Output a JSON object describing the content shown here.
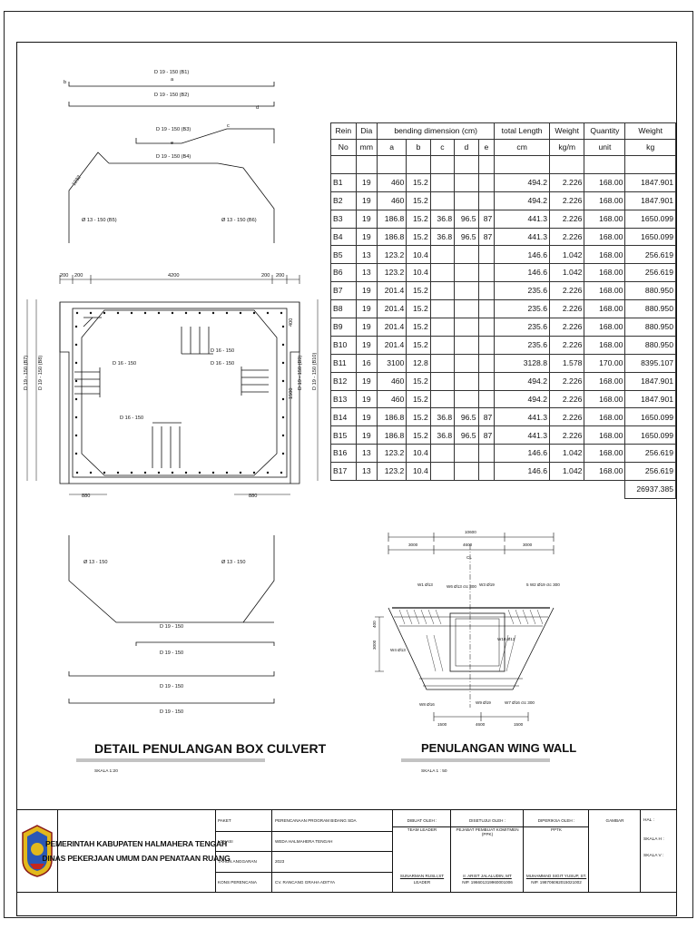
{
  "drawing_titles": {
    "box_culvert": "DETAIL PENULANGAN BOX CULVERT",
    "box_culvert_scale": "SKALA 1:20",
    "wing_wall": "PENULANGAN WING WALL",
    "wing_wall_scale": "SKALA 1 : 50"
  },
  "bar_labels": {
    "b1": "D 19 - 150 (B1)",
    "b2": "D 19 - 150 (B2)",
    "b3": "D 19 - 150 (B3)",
    "b4": "D 19 - 150 (B4)",
    "b5": "Ø 13 - 150 (B5)",
    "b6": "Ø 13 - 150 (B6)",
    "b5_len": "1232",
    "b7": "D 19 - 150 (B7)",
    "b8": "D 19 - 150 (B8)",
    "b9": "D 19 - 150 (B9)",
    "b10": "D 19 - 150 (B10)",
    "d16_a": "D 16 - 150",
    "d16_b": "D 16 - 150",
    "d16_c": "D 16 - 150",
    "d16_d": "D 16 - 150",
    "o13_a": "Ø 13 - 150",
    "o13_b": "Ø 13 - 150",
    "d19_a": "D 19 - 150",
    "d19_b": "D 19 - 150",
    "d19_c": "D 19 - 150",
    "d19_d": "D 19 - 150",
    "dim_top": "4200",
    "dim_a": "200",
    "dim_b": "200",
    "dim_c": "200",
    "dim_d": "200",
    "dim_bottom_l": "880",
    "dim_bottom_r": "880",
    "dim_side": "1500",
    "dim_side2": "400",
    "letter_a": "a",
    "letter_b": "b",
    "letter_c": "c",
    "letter_d": "d",
    "letter_e": "e"
  },
  "wing_wall": {
    "total_width": "10600",
    "seg_left": "3000",
    "seg_mid": "4600",
    "seg_right": "3000",
    "centerline": "CL",
    "lbl_w1": "W1 Ø13",
    "lbl_w5": "5  W2 Ø19 ctc 300",
    "lbl_w6": "W6 Ø13 ctc 300",
    "lbl_w4": "W4 Ø13",
    "lbl_w3": "W3 Ø19",
    "lbl_w10": "W10 Ø13",
    "lbl_w9": "W9 Ø19",
    "lbl_w8": "W8 Ø16",
    "lbl_w7": "W7 Ø16 ctc 300",
    "dim_bl": "1500",
    "dim_bm": "4600",
    "dim_br": "1500",
    "dim_h1": "3000",
    "dim_h2": "400"
  },
  "table": {
    "headers": {
      "rein": "Rein",
      "rein2": "No",
      "dia": "Dia",
      "dia2": "mm",
      "bending": "bending dimension (cm)",
      "a": "a",
      "b": "b",
      "c": "c",
      "d": "d",
      "e": "e",
      "total": "total Length",
      "total2": "cm",
      "weight": "Weight",
      "weight2": "kg/m",
      "qty": "Quantity",
      "qty2": "unit",
      "wt": "Weight",
      "wt2": "kg"
    },
    "rows": [
      {
        "no": "B1",
        "dia": "19",
        "a": "460",
        "b": "15.2",
        "c": "",
        "d": "",
        "e": "",
        "len": "494.2",
        "wpm": "2.226",
        "qty": "168.00",
        "wt": "1847.901"
      },
      {
        "no": "B2",
        "dia": "19",
        "a": "460",
        "b": "15.2",
        "c": "",
        "d": "",
        "e": "",
        "len": "494.2",
        "wpm": "2.226",
        "qty": "168.00",
        "wt": "1847.901"
      },
      {
        "no": "B3",
        "dia": "19",
        "a": "186.8",
        "b": "15.2",
        "c": "36.8",
        "d": "96.5",
        "e": "87",
        "len": "441.3",
        "wpm": "2.226",
        "qty": "168.00",
        "wt": "1650.099"
      },
      {
        "no": "B4",
        "dia": "19",
        "a": "186.8",
        "b": "15.2",
        "c": "36.8",
        "d": "96.5",
        "e": "87",
        "len": "441.3",
        "wpm": "2.226",
        "qty": "168.00",
        "wt": "1650.099"
      },
      {
        "no": "B5",
        "dia": "13",
        "a": "123.2",
        "b": "10.4",
        "c": "",
        "d": "",
        "e": "",
        "len": "146.6",
        "wpm": "1.042",
        "qty": "168.00",
        "wt": "256.619"
      },
      {
        "no": "B6",
        "dia": "13",
        "a": "123.2",
        "b": "10.4",
        "c": "",
        "d": "",
        "e": "",
        "len": "146.6",
        "wpm": "1.042",
        "qty": "168.00",
        "wt": "256.619"
      },
      {
        "no": "B7",
        "dia": "19",
        "a": "201.4",
        "b": "15.2",
        "c": "",
        "d": "",
        "e": "",
        "len": "235.6",
        "wpm": "2.226",
        "qty": "168.00",
        "wt": "880.950"
      },
      {
        "no": "B8",
        "dia": "19",
        "a": "201.4",
        "b": "15.2",
        "c": "",
        "d": "",
        "e": "",
        "len": "235.6",
        "wpm": "2.226",
        "qty": "168.00",
        "wt": "880.950"
      },
      {
        "no": "B9",
        "dia": "19",
        "a": "201.4",
        "b": "15.2",
        "c": "",
        "d": "",
        "e": "",
        "len": "235.6",
        "wpm": "2.226",
        "qty": "168.00",
        "wt": "880.950"
      },
      {
        "no": "B10",
        "dia": "19",
        "a": "201.4",
        "b": "15.2",
        "c": "",
        "d": "",
        "e": "",
        "len": "235.6",
        "wpm": "2.226",
        "qty": "168.00",
        "wt": "880.950"
      },
      {
        "no": "B11",
        "dia": "16",
        "a": "3100",
        "b": "12.8",
        "c": "",
        "d": "",
        "e": "",
        "len": "3128.8",
        "wpm": "1.578",
        "qty": "170.00",
        "wt": "8395.107"
      },
      {
        "no": "B12",
        "dia": "19",
        "a": "460",
        "b": "15.2",
        "c": "",
        "d": "",
        "e": "",
        "len": "494.2",
        "wpm": "2.226",
        "qty": "168.00",
        "wt": "1847.901"
      },
      {
        "no": "B13",
        "dia": "19",
        "a": "460",
        "b": "15.2",
        "c": "",
        "d": "",
        "e": "",
        "len": "494.2",
        "wpm": "2.226",
        "qty": "168.00",
        "wt": "1847.901"
      },
      {
        "no": "B14",
        "dia": "19",
        "a": "186.8",
        "b": "15.2",
        "c": "36.8",
        "d": "96.5",
        "e": "87",
        "len": "441.3",
        "wpm": "2.226",
        "qty": "168.00",
        "wt": "1650.099"
      },
      {
        "no": "B15",
        "dia": "19",
        "a": "186.8",
        "b": "15.2",
        "c": "36.8",
        "d": "96.5",
        "e": "87",
        "len": "441.3",
        "wpm": "2.226",
        "qty": "168.00",
        "wt": "1650.099"
      },
      {
        "no": "B16",
        "dia": "13",
        "a": "123.2",
        "b": "10.4",
        "c": "",
        "d": "",
        "e": "",
        "len": "146.6",
        "wpm": "1.042",
        "qty": "168.00",
        "wt": "256.619"
      },
      {
        "no": "B17",
        "dia": "13",
        "a": "123.2",
        "b": "10.4",
        "c": "",
        "d": "",
        "e": "",
        "len": "146.6",
        "wpm": "1.042",
        "qty": "168.00",
        "wt": "256.619"
      }
    ],
    "total_weight": "26937.385"
  },
  "title_block": {
    "agency_line1": "PEMERINTAH KABUPATEN HALMAHERA TENGAH",
    "agency_line2": "DINAS PEKERJAAN UMUM DAN PENATAAN RUANG",
    "paket_k": "PAKET",
    "paket_v": "PERENCANAAN PROGRAM BIDANG SDA",
    "lokasi_k": "LOKASI",
    "lokasi_v": "WEDA HALMAHERA TENGAH",
    "tahun_k": "TAHUN ANGGARAN",
    "tahun_v": "2023",
    "kons_k": "KONS PERENCANA",
    "kons_v": "CV. RANCANG GRAHA ADITYA",
    "dibuat": "DIBUAT OLEH :",
    "dibuat_r": "TEAM LEADER",
    "dibuat_n": "SUNARMAN RUSLI,ST",
    "dibuat_n2": "LEADER",
    "disetujui": "DISETUJUI OLEH :",
    "disetujui_r": "PEJABAT PEMBUAT KOMITMEN (PPK)",
    "disetujui_n": "Ir. ARIST JALALUDIN, MT",
    "disetujui_n2": "NIP. 196601319960001006",
    "diperiksa": "DIPERIKSA OLEH :",
    "diperiksa_r": "PPTK",
    "diperiksa_n": "MUHAMMAD SIGIT YUSUP, ST.",
    "diperiksa_n2": "NIP. 198706062015021002",
    "gambar": "GAMBAR",
    "hal": "HAL      :",
    "skala_h": "SKALA H :",
    "skala_v": "SKALA V :"
  }
}
